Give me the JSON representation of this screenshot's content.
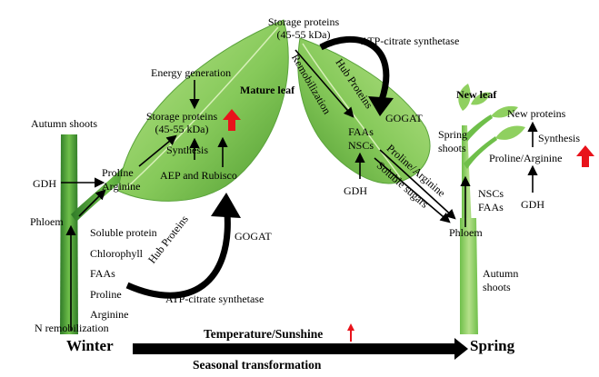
{
  "labels": {
    "autumn_shoots_left": "Autumn shoots",
    "gdh_left": "GDH",
    "proline_arginine_left": "Proline\nArginine",
    "phloem_left": "Phloem",
    "soluble_list": [
      "Soluble protein",
      "Chlorophyll",
      "FAAs",
      "Proline",
      "Arginine"
    ],
    "n_remobilization": "N remobilization",
    "energy_generation": "Energy generation",
    "storage_proteins_left": "Storage proteins\n(45-55 kDa)",
    "synthesis_left": "Synthesis",
    "aep_rubisco": "AEP and Rubisco",
    "mature_leaf": "Mature leaf",
    "gogat_left": "GOGAT",
    "hub_proteins_left": "Hub Proteins",
    "atp_citrate_left": "ATP-citrate synthetase",
    "storage_proteins_top": "Storage proteins\n(45-55 kDa)",
    "atp_citrate_top": "ATP-citrate synthetase",
    "remobilization": "Remobilization",
    "hub_proteins_right": "Hub Proteins",
    "gogat_right": "GOGAT",
    "faas_nscs": "FAAs\nNSCs",
    "gdh_mid": "GDH",
    "proline_arginine_diag": "Proline/Arginine",
    "soluble_sugars": "Soluble sugars",
    "phloem_right": "Phloem",
    "nscs_faas": "NSCs\nFAAs",
    "autumn_shoots_right": "Autumn\nshoots",
    "new_leaf": "New leaf",
    "spring_shoots": "Spring\nshoots",
    "new_proteins": "New proteins",
    "synthesis_right": "Synthesis",
    "proline_arginine_right": "Proline/Arginine",
    "gdh_right": "GDH"
  },
  "bottom": {
    "winter": "Winter",
    "spring": "Spring",
    "temperature": "Temperature/Sunshine",
    "seasonal": "Seasonal transformation"
  },
  "colors": {
    "leaf_light": "#9fd86a",
    "leaf_dark": "#4e9b2f",
    "stem": "#3f8f33",
    "up_arrow": "#e8131b"
  }
}
